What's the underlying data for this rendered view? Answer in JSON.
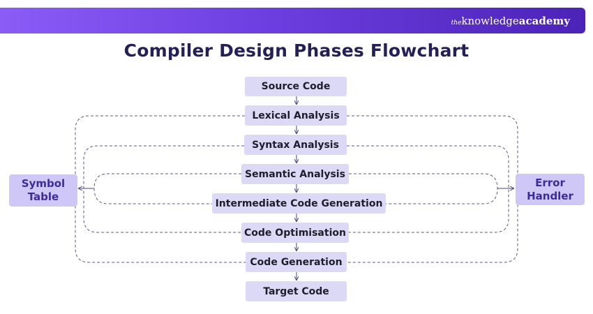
{
  "banner": {
    "brand_prefix": "the",
    "brand_main": "knowledge",
    "brand_bold": "academy"
  },
  "title": "Compiler Design Phases Flowchart",
  "phases": [
    "Source Code",
    "Lexical Analysis",
    "Syntax Analysis",
    "Semantic Analysis",
    "Intermediate Code Generation",
    "Code Optimisation",
    "Code Generation",
    "Target Code"
  ],
  "symbol_table": {
    "line1": "Symbol",
    "line2": "Table"
  },
  "error_handler": {
    "line1": "Error",
    "line2": "Handler"
  },
  "colors": {
    "banner_start": "#8b5cf6",
    "banner_end": "#4b23b8",
    "title": "#231f57",
    "phase_box": "#dcd9f6",
    "side_box": "#cfc8f7",
    "side_text": "#3f2a9c",
    "connector": "#4a4580"
  }
}
